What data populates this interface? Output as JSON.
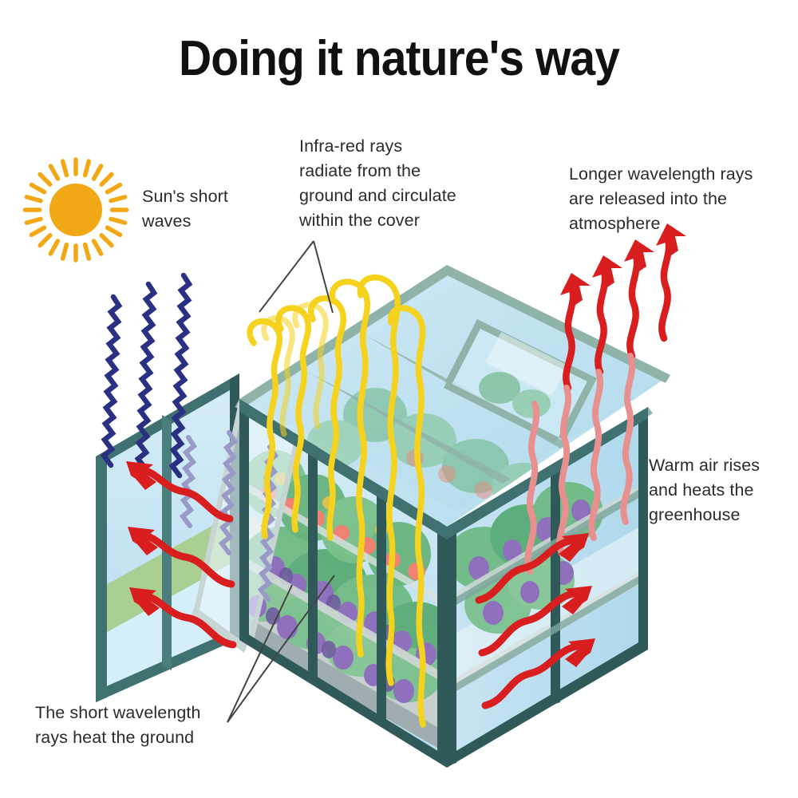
{
  "title": "Doing it nature's way",
  "labels": {
    "sun": "Sun's short\nwaves",
    "infrared": "Infra-red rays\nradiate from the\nground and circulate\nwithin the cover",
    "longer": "Longer wavelength rays\nare released into the\natmosphere",
    "warm": "Warm air rises\nand heats the\ngreenhouse",
    "ground": "The short wavelength\nrays heat the ground"
  },
  "icons": {
    "sun": "sun-icon",
    "short_wave": "blue-wavy-ray-icon",
    "infrared_wave": "yellow-wavy-ray-icon",
    "heat_arrow": "red-wavy-arrow-icon",
    "greenhouse": "greenhouse-isometric-illustration"
  },
  "colors": {
    "title_text": "#111111",
    "label_text": "#2b2b2b",
    "sun": "#F2A716",
    "short_wave_blue": "#2a3183",
    "short_wave_faded": "#9a9ac9",
    "infrared_yellow": "#F5D21E",
    "heat_red": "#D81E1E",
    "heat_red_faded": "#E8908F",
    "frame_teal": "#3f7170",
    "frame_teal_dark": "#2f5a59",
    "frame_sage": "#8fb3a8",
    "glass_blue": "#bfdff0",
    "glass_blue_light": "#d8eef8",
    "glass_pale": "#e6f4fa",
    "ground_green": "#a9cf93",
    "foliage_green": "#79c08a",
    "foliage_green_dark": "#4f9a6a",
    "tomato_red": "#ef8272",
    "grape_purple": "#8f70bd",
    "soil_dark": "#3c4a4e",
    "bed_grey": "#b9c3c4",
    "bed_cream": "#efe9d9",
    "background": "#ffffff"
  },
  "diagram": {
    "type": "greenhouse-effect-infographic",
    "flows": [
      {
        "name": "sun-short-waves",
        "color": "#2a3183",
        "count": 3,
        "direction": "down-right into greenhouse"
      },
      {
        "name": "infra-red-circulating",
        "color": "#F5D21E",
        "count": 5,
        "direction": "up then down inside cover"
      },
      {
        "name": "warm-air-rising",
        "color": "#D81E1E",
        "count": 7,
        "direction": "up and out through roof"
      }
    ]
  }
}
